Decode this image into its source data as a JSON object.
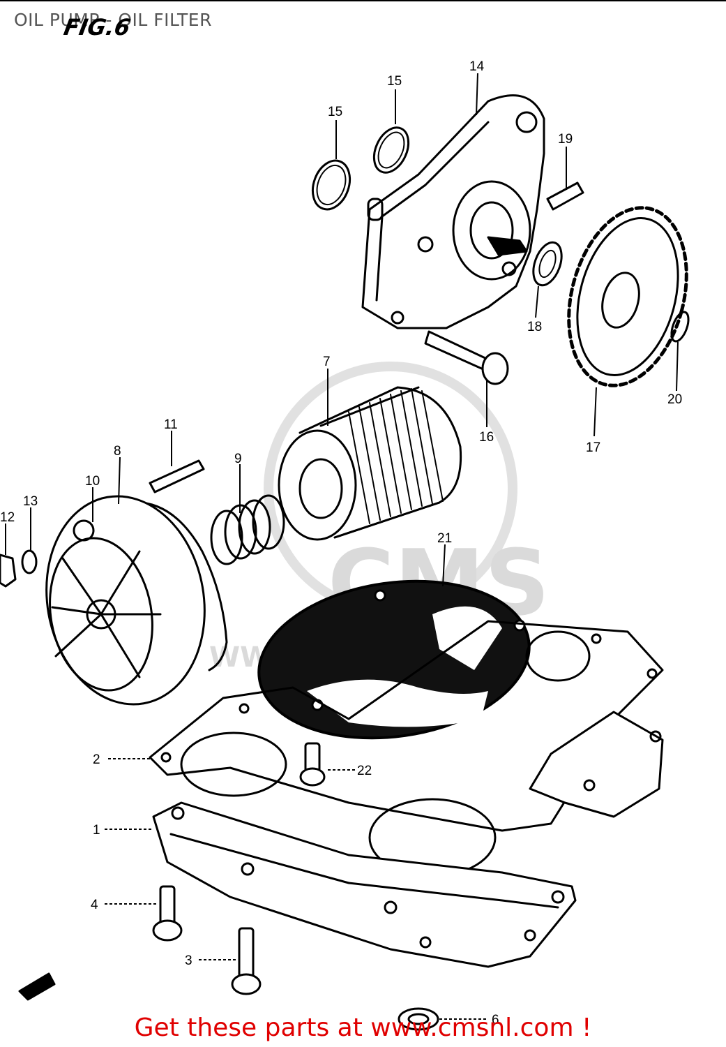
{
  "page": {
    "heading": "OIL PUMP - OIL FILTER",
    "figure_label": "FIG.6",
    "footer": "Get these parts at www.cmsnl.com !",
    "watermark": "WWW.CMSNL.COM",
    "watermark_logo": "CMS"
  },
  "callouts": [
    "1",
    "2",
    "3",
    "4",
    "6",
    "7",
    "8",
    "9",
    "10",
    "11",
    "12",
    "13",
    "14",
    "15",
    "15",
    "16",
    "17",
    "18",
    "19",
    "20",
    "21",
    "22"
  ],
  "colors": {
    "footer": "#e00000",
    "line": "#000000",
    "watermark": "#d6d6d6"
  }
}
